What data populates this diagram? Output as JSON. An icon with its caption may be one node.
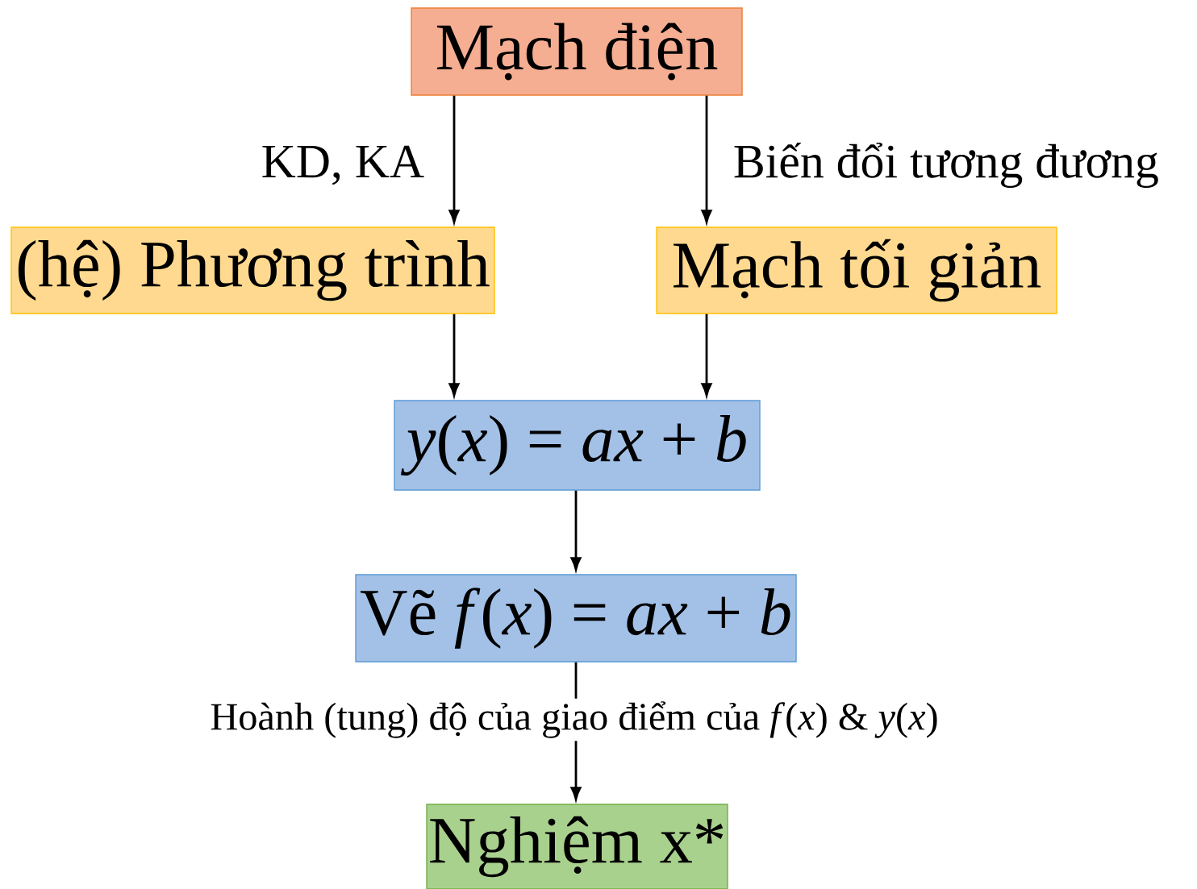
{
  "diagram": {
    "nodes": [
      {
        "text": [
          "Mạch điện"
        ]
      },
      {
        "text": [
          "(hệ) Phương trình"
        ]
      },
      {
        "text": [
          "Mạch tối giản"
        ]
      },
      {
        "text": [
          "*y*(*x*) = *ax* + *b*"
        ]
      },
      {
        "text": [
          "Vẽ *f*(*x*) = *ax* + *b*"
        ]
      },
      {
        "text": [
          "Nghiệm x*"
        ]
      }
    ],
    "edges": [
      {
        "from": 0,
        "to": 1,
        "arrow": "to",
        "label": "KD, KA"
      },
      {
        "from": 0,
        "to": 2,
        "arrow": "to",
        "label": "Biến đổi tương đương"
      },
      {
        "from": 1,
        "to": 3,
        "arrow": "to"
      },
      {
        "from": 2,
        "to": 3,
        "arrow": "to"
      },
      {
        "from": 3,
        "to": 4,
        "arrow": "to"
      },
      {
        "from": 4,
        "to": 5,
        "arrow": "to",
        "label": "Hoành (tung) độ của giao điểm của *f*(*x*) & *y*(*x*)"
      }
    ]
  }
}
